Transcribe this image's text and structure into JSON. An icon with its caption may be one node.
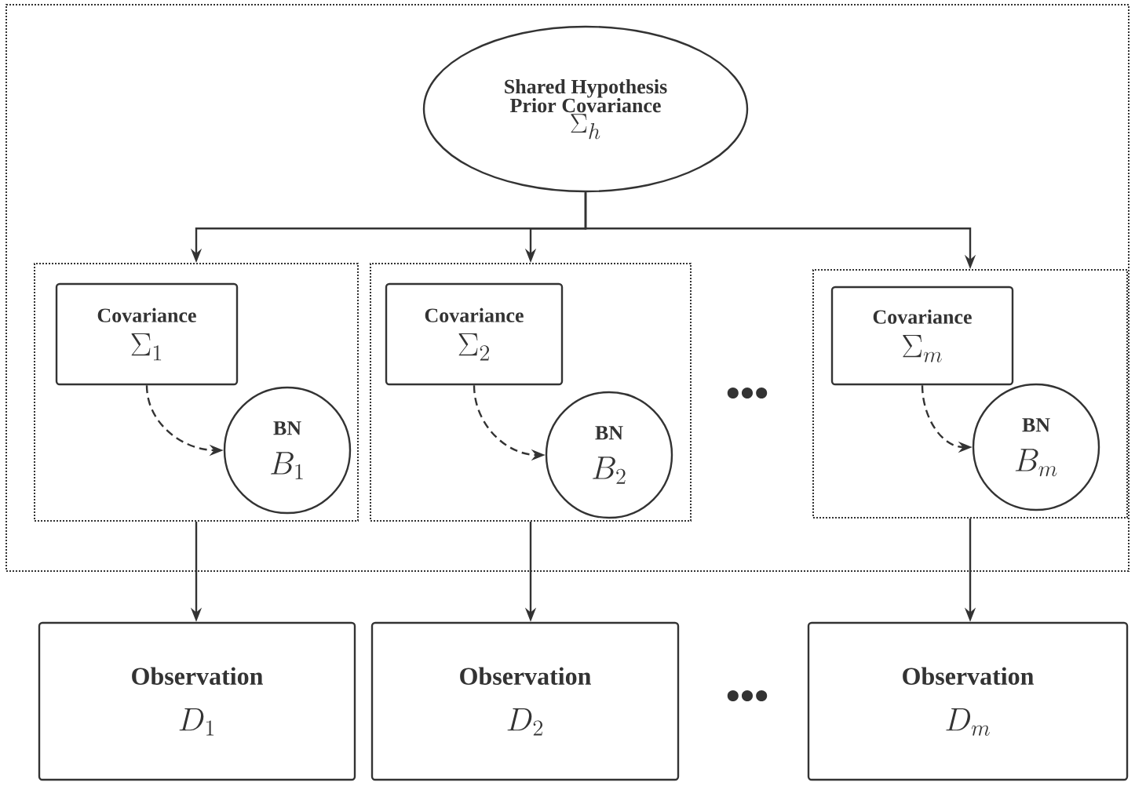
{
  "diagram": {
    "nodes": [
      {
        "text": [],
        "shape": "box"
      },
      {
        "text": [
          "Shared Hypothesis Prior Covariance",
          "\\Sigma_h"
        ],
        "in": 0
      },
      {
        "text": [],
        "shape": "box",
        "in": 0
      },
      {
        "text": [
          "Covariance",
          "\\Sigma_1"
        ],
        "in": 2
      },
      {
        "text": [
          "BN",
          "B_1"
        ],
        "in": 2
      },
      {
        "text": [],
        "shape": "box",
        "in": 0
      },
      {
        "text": [
          "Covariance",
          "\\Sigma_2"
        ],
        "in": 5
      },
      {
        "text": [
          "BN",
          "B_2"
        ],
        "in": 5
      },
      {
        "text": [],
        "shape": "box",
        "in": 0
      },
      {
        "text": [
          "Covariance",
          "\\Sigma_m"
        ],
        "in": 8
      },
      {
        "text": [
          "BN",
          "B_m"
        ],
        "in": 8
      },
      {
        "text": [
          "Observation",
          "D_1"
        ]
      },
      {
        "text": [
          "Observation",
          "D_2"
        ]
      },
      {
        "text": [
          "Observation",
          "D_m"
        ]
      }
    ],
    "edges": [
      {
        "from": 1,
        "to": 2,
        "arrow": "to"
      },
      {
        "from": 1,
        "to": 5,
        "arrow": "to"
      },
      {
        "from": 1,
        "to": 8,
        "arrow": "to"
      },
      {
        "from": 3,
        "to": 4,
        "arrow": "to",
        "style": "dashed"
      },
      {
        "from": 6,
        "to": 7,
        "arrow": "to",
        "style": "dashed"
      },
      {
        "from": 9,
        "to": 10,
        "arrow": "to",
        "style": "dashed"
      },
      {
        "from": 2,
        "to": 11,
        "arrow": "to"
      },
      {
        "from": 5,
        "to": 12,
        "arrow": "to"
      },
      {
        "from": 8,
        "to": 13,
        "arrow": "to"
      }
    ],
    "labels": [
      "•••",
      "•••"
    ]
  }
}
